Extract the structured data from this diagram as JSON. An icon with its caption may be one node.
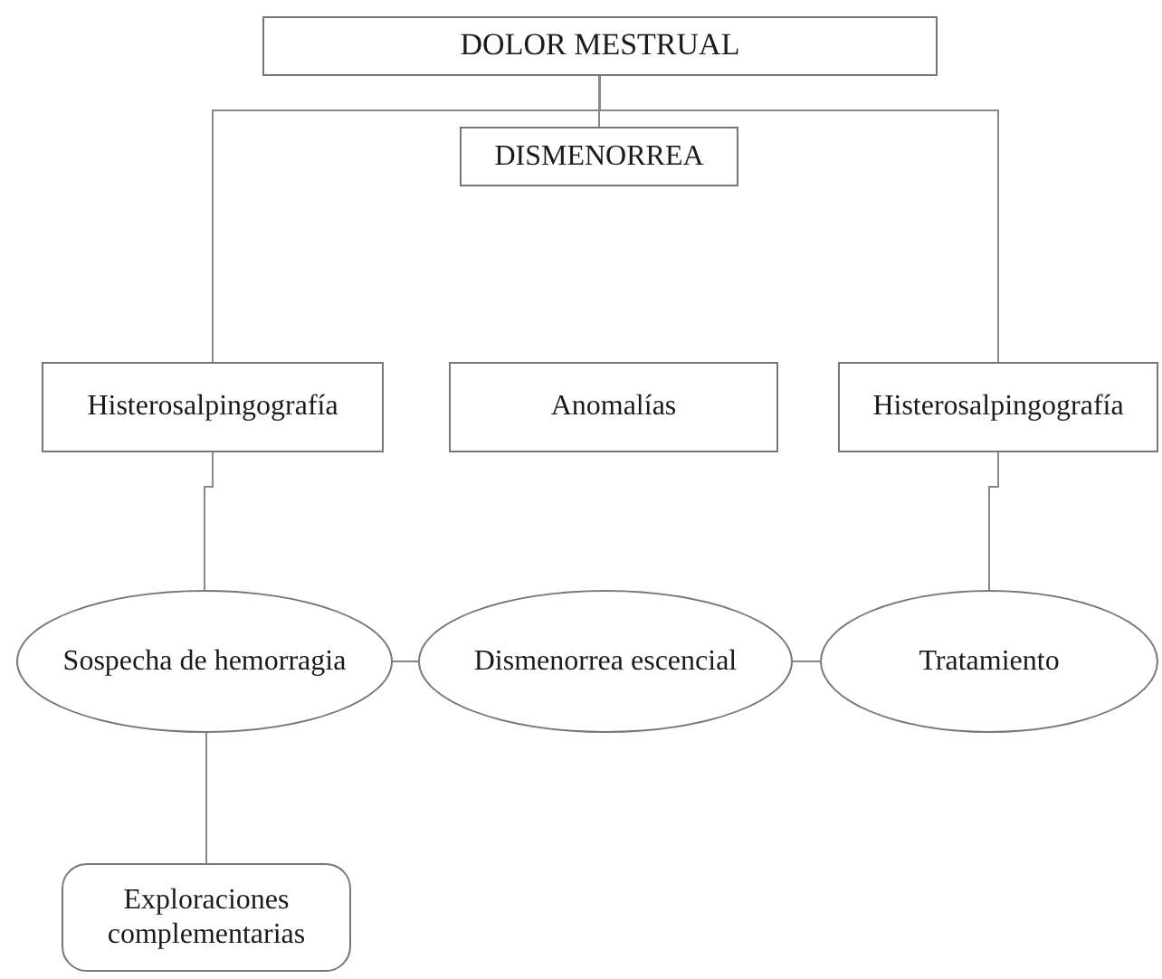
{
  "diagram": {
    "nodes": [
      {
        "text": [
          "DOLOR MESTRUAL"
        ]
      },
      {
        "text": [
          "DISMENORREA"
        ]
      },
      {
        "text": [
          "Histerosalpingografía"
        ]
      },
      {
        "text": [
          "Anomalías"
        ]
      },
      {
        "text": [
          "Histerosalpingografía"
        ]
      },
      {
        "text": [
          "Sospecha de hemorragia"
        ]
      },
      {
        "text": [
          "Dismenorrea escencial"
        ]
      },
      {
        "text": [
          "Tratamiento"
        ]
      },
      {
        "text": [
          "Exploraciones complementarias"
        ]
      }
    ],
    "edges": [
      {
        "from": 0,
        "to": 1,
        "arrow": "none"
      },
      {
        "from": 0,
        "to": 2,
        "arrow": "none"
      },
      {
        "from": 0,
        "to": 4,
        "arrow": "none"
      },
      {
        "from": 2,
        "to": 5,
        "arrow": "none"
      },
      {
        "from": 4,
        "to": 7,
        "arrow": "none"
      },
      {
        "from": 5,
        "to": 6,
        "arrow": "none"
      },
      {
        "from": 6,
        "to": 7,
        "arrow": "none"
      },
      {
        "from": 5,
        "to": 8,
        "arrow": "none"
      }
    ]
  }
}
